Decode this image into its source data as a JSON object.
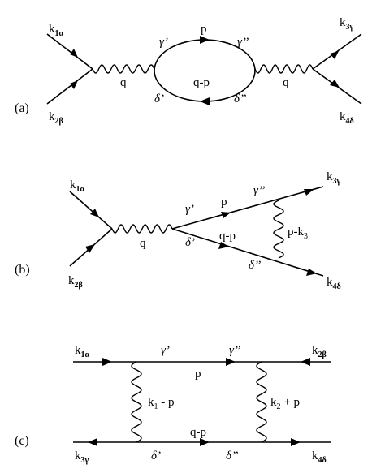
{
  "panels": [
    {
      "id": "a",
      "label": "(a)"
    },
    {
      "id": "b",
      "label": "(b)"
    },
    {
      "id": "c",
      "label": "(c)"
    }
  ],
  "a": {
    "in1": {
      "k": "k",
      "sub": "1α"
    },
    "in2": {
      "k": "k",
      "sub": "2β"
    },
    "out1": {
      "k": "k",
      "sub": "3γ"
    },
    "out2": {
      "k": "k",
      "sub": "4δ"
    },
    "q_left": "q",
    "q_right": "q",
    "p": "p",
    "qp": "q-p",
    "g1": "γ’",
    "g2": "γ’’",
    "d1": "δ’",
    "d2": "δ’’"
  },
  "b": {
    "in1": {
      "k": "k",
      "sub": "1α"
    },
    "in2": {
      "k": "k",
      "sub": "2β"
    },
    "out1": {
      "k": "k",
      "sub": "3γ"
    },
    "out2": {
      "k": "k",
      "sub": "4δ"
    },
    "q": "q",
    "p": "p",
    "qp": "q-p",
    "pk3": "p-k",
    "pk3_sub": "3",
    "g1": "γ’",
    "g2": "γ’’",
    "d1": "δ’",
    "d2": "δ’’"
  },
  "c": {
    "tl": {
      "k": "k",
      "sub": "1α"
    },
    "tr": {
      "k": "k",
      "sub": "2β"
    },
    "bl": {
      "k": "k",
      "sub": "3γ"
    },
    "br": {
      "k": "k",
      "sub": "4δ"
    },
    "p": "p",
    "qp": "q-p",
    "k1p": "k",
    "k1p_sub": "1",
    "k1p_rest": " - p",
    "k2p": "k",
    "k2p_sub": "2",
    "k2p_rest": " + p",
    "g1": "γ’",
    "g2": "γ’’",
    "d1": "δ’",
    "d2": "δ’’"
  }
}
